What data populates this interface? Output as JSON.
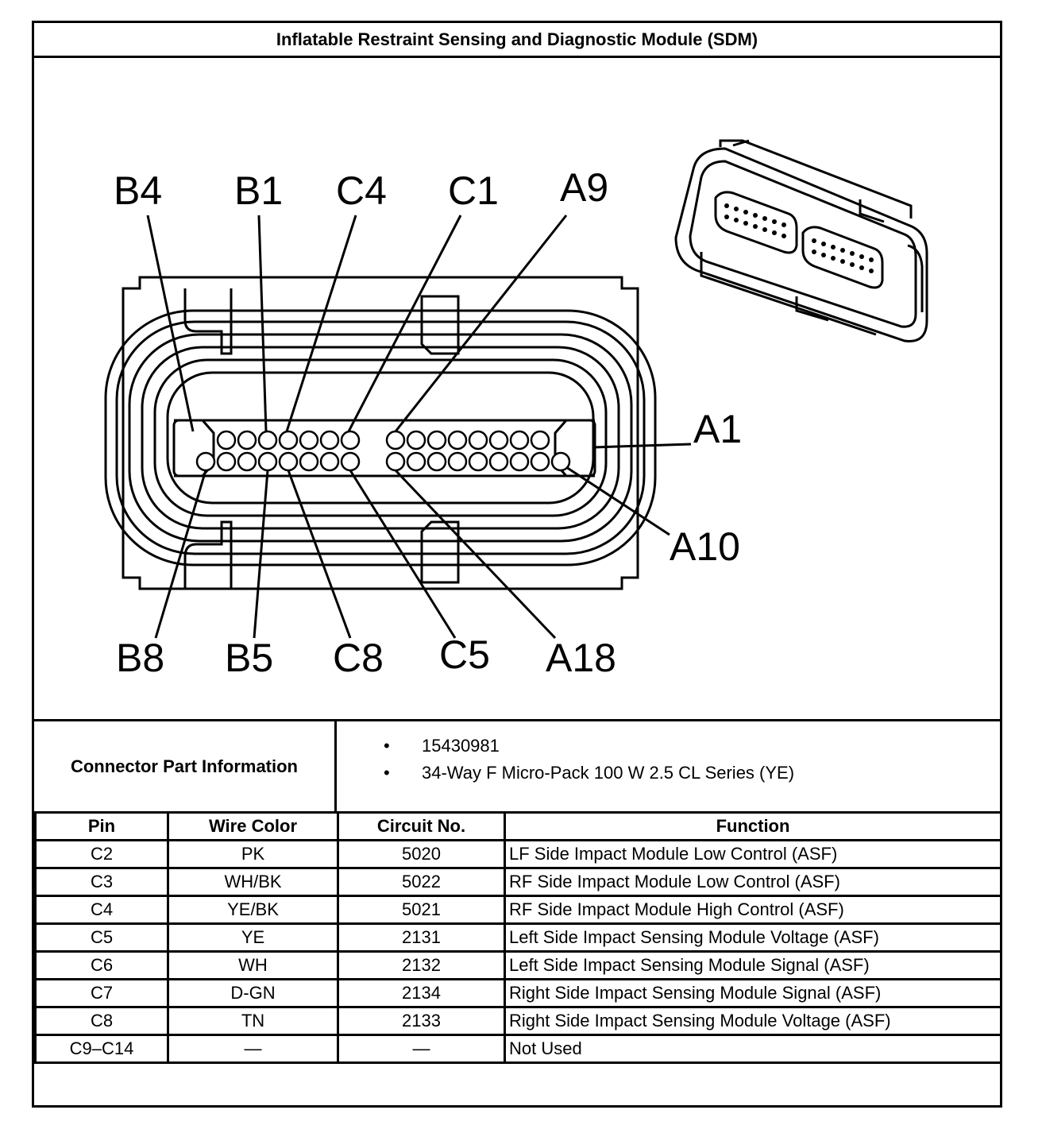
{
  "title": "Inflatable Restraint Sensing and Diagnostic Module (SDM)",
  "diagram": {
    "top_labels": [
      "B4",
      "B1",
      "C4",
      "C1",
      "A9"
    ],
    "right_labels": [
      "A1",
      "A10"
    ],
    "bottom_labels": [
      "B8",
      "B5",
      "C8",
      "C5",
      "A18"
    ]
  },
  "connector_info": {
    "label": "Connector Part Information",
    "items": [
      "15430981",
      "34-Way F Micro-Pack 100 W 2.5 CL Series (YE)"
    ]
  },
  "table": {
    "headers": [
      "Pin",
      "Wire Color",
      "Circuit No.",
      "Function"
    ],
    "rows": [
      [
        "C2",
        "PK",
        "5020",
        "LF Side Impact Module Low Control (ASF)"
      ],
      [
        "C3",
        "WH/BK",
        "5022",
        "RF Side Impact Module Low Control (ASF)"
      ],
      [
        "C4",
        "YE/BK",
        "5021",
        "RF Side Impact Module High Control (ASF)"
      ],
      [
        "C5",
        "YE",
        "2131",
        "Left Side Impact Sensing Module Voltage (ASF)"
      ],
      [
        "C6",
        "WH",
        "2132",
        "Left Side Impact Sensing Module Signal (ASF)"
      ],
      [
        "C7",
        "D-GN",
        "2134",
        "Right Side Impact Sensing Module Signal (ASF)"
      ],
      [
        "C8",
        "TN",
        "2133",
        "Right Side Impact Sensing Module Voltage (ASF)"
      ],
      [
        "C9–C14",
        "—",
        "—",
        "Not Used"
      ]
    ]
  }
}
